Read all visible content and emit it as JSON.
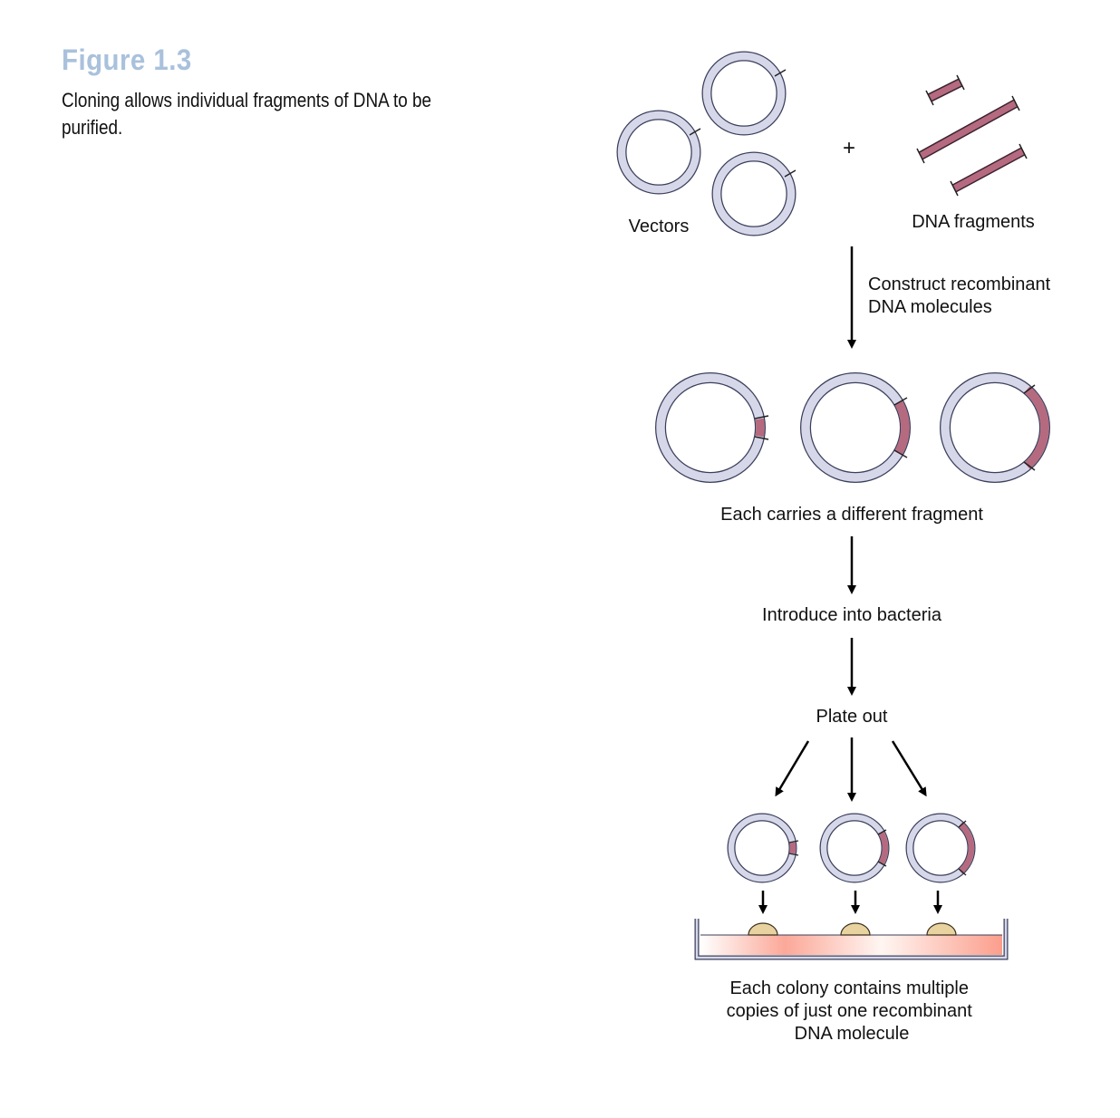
{
  "figure": {
    "title": "Figure 1.3",
    "caption_lines": [
      "Cloning allows individual fragments of DNA to be",
      "purified."
    ]
  },
  "diagram": {
    "plus_sign": "+",
    "vectors_label": "Vectors",
    "fragments_label": "DNA fragments",
    "step1_lines": [
      "Construct recombinant",
      "DNA molecules"
    ],
    "recombinant_label": "Each carries a different fragment",
    "step2_label": "Introduce into bacteria",
    "step3_label": "Plate out",
    "result_lines": [
      "Each colony contains multiple",
      "copies of just one recombinant",
      "DNA molecule"
    ]
  },
  "colors": {
    "vector_fill": "#d6d8ea",
    "vector_outline": "#3b3f5a",
    "fragment_fill": "#b56a80",
    "colony_fill": "#e8d3a0",
    "agar_gradient": [
      "#ffffff",
      "#f7a99c"
    ],
    "title_color": "#a9c1dc"
  }
}
